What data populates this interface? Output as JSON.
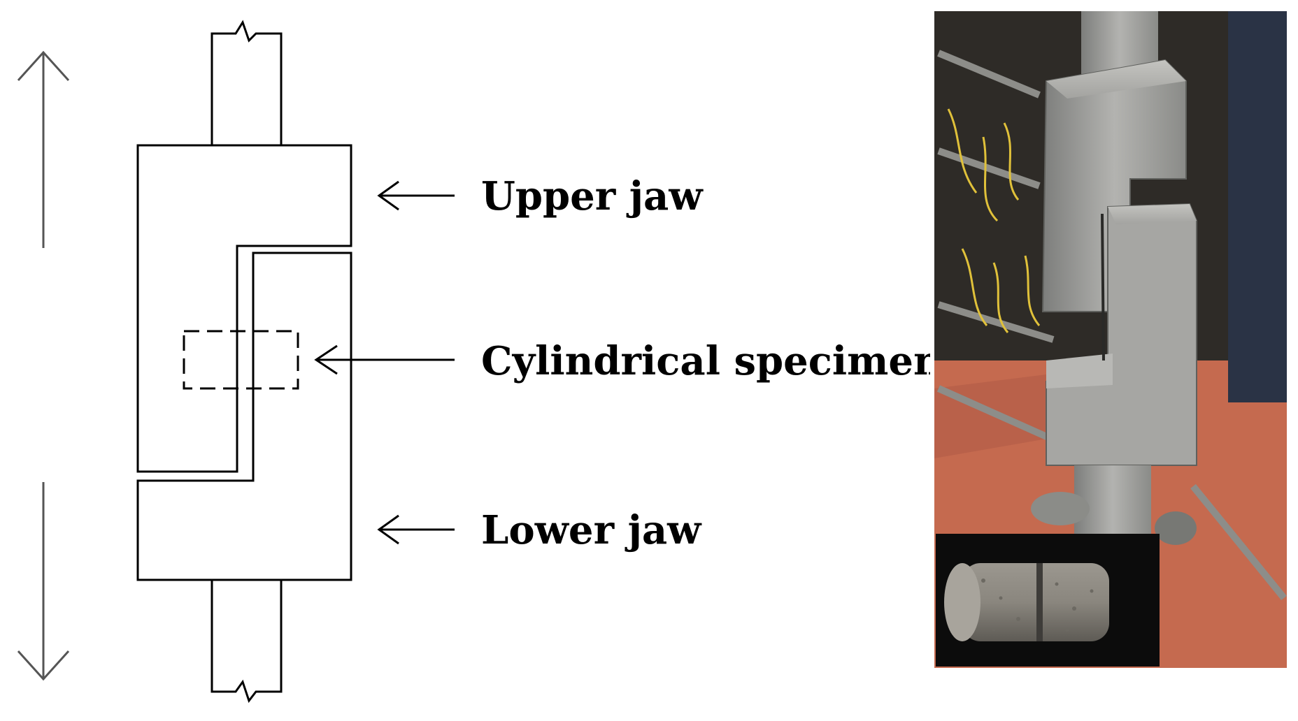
{
  "labels": {
    "upper_jaw": "Upper jaw",
    "specimens": "Cylindrical specimens",
    "lower_jaw": "Lower jaw"
  },
  "colors": {
    "line": "#000000",
    "motion_arrow": "#555555",
    "floor": "#c56a4f",
    "steel": "#9a9a98",
    "background_dark": "#2e2b27",
    "inset_bg": "#0c0c0c",
    "specimen": "#8b877f"
  },
  "icons": {
    "motion_up": "arrow-up-icon",
    "motion_down": "arrow-down-icon",
    "pointer": "arrow-left-icon"
  }
}
